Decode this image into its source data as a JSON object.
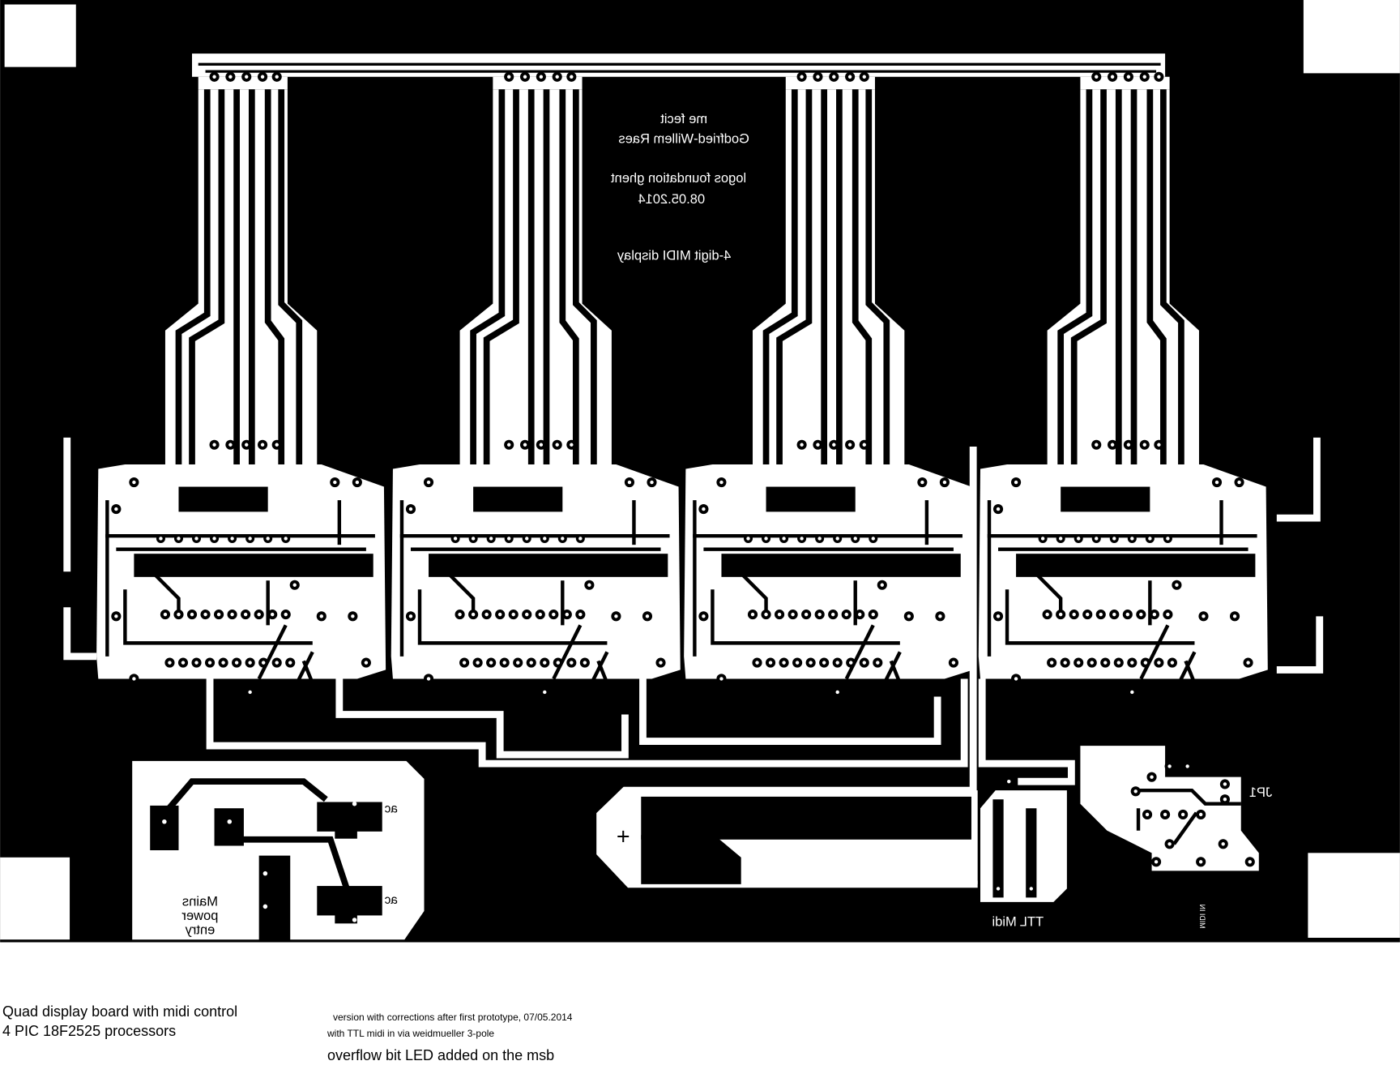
{
  "board": {
    "silk_center": [
      "me fecit",
      "Godfried-Willem Raes",
      "logos foundation ghent",
      "08.05.2014",
      "4-digit MIDI display"
    ],
    "mains_ac_1": "ac",
    "mains_ac_2": "ac",
    "mains_label": [
      "Mains",
      "power",
      "entry"
    ],
    "plus_sign": "+",
    "ttl_midi": "TTL Midi",
    "jp1": "JP1",
    "midi_in": "MIDI IN",
    "module_count": 4
  },
  "notes": {
    "title_line1": "Quad display board with midi control",
    "title_line2": "4 PIC 18F2525 processors",
    "version": "version with corrections after first prototype, 07/05.2014",
    "ttl_note": "with TTL midi in via weidmueller 3-pole",
    "overflow": "overflow bit LED added on the msb"
  },
  "colors": {
    "copper": "#000000",
    "clear": "#ffffff"
  }
}
